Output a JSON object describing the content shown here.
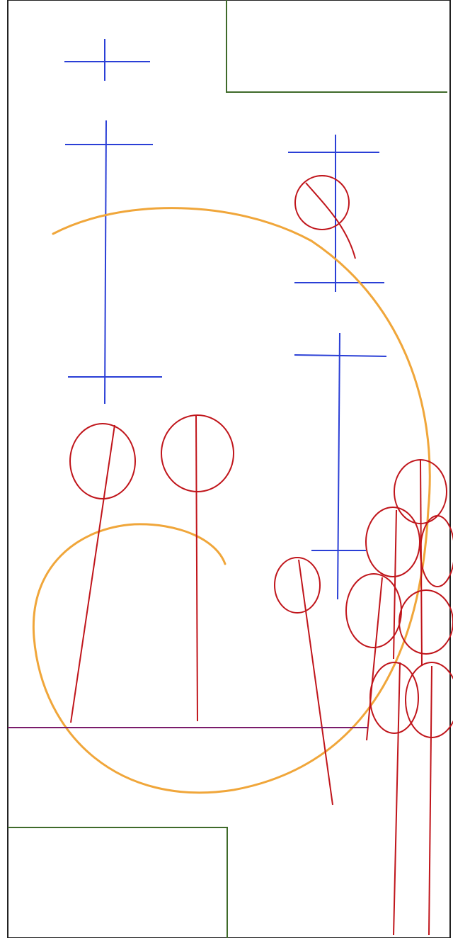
{
  "drawing": {
    "description_text": "",
    "colors": {
      "frame": "#222222",
      "green": "#3f6a2a",
      "blue": "#2a3fd6",
      "red": "#c0151b",
      "orange": "#f0a63a",
      "purple": "#7a1b6b"
    },
    "icon_names": [
      "page-frame",
      "top-right-box",
      "bottom-left-box",
      "blue-cross-marks",
      "blue-vertical-axes",
      "red-circle-tree-shapes",
      "orange-arcs",
      "purple-ground-line"
    ]
  }
}
